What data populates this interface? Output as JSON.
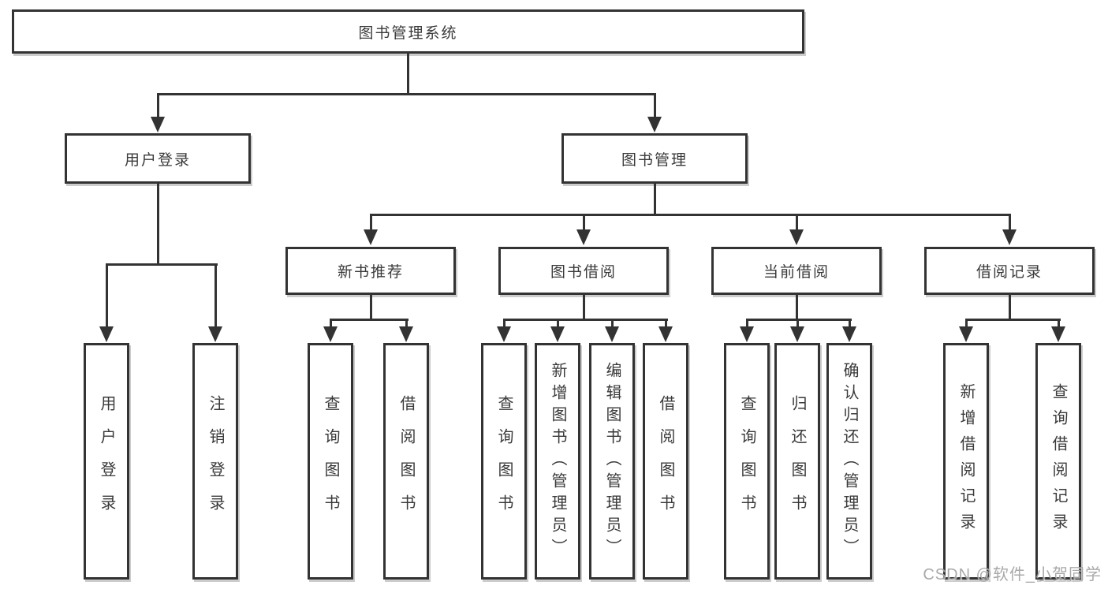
{
  "diagram": {
    "root": {
      "label": "图书管理系统"
    },
    "branches": [
      {
        "label": "用户登录",
        "children": [
          {
            "label": "用户登录"
          },
          {
            "label": "注销登录"
          }
        ]
      },
      {
        "label": "图书管理",
        "children": [
          {
            "label": "新书推荐",
            "children": [
              {
                "label": "查询图书"
              },
              {
                "label": "借阅图书"
              }
            ]
          },
          {
            "label": "图书借阅",
            "children": [
              {
                "label": "查询图书"
              },
              {
                "label": "新增图书（管理员）"
              },
              {
                "label": "编辑图书（管理员）"
              },
              {
                "label": "借阅图书"
              }
            ]
          },
          {
            "label": "当前借阅",
            "children": [
              {
                "label": "查询图书"
              },
              {
                "label": "归还图书"
              },
              {
                "label": "确认归还（管理员）"
              }
            ]
          },
          {
            "label": "借阅记录",
            "children": [
              {
                "label": "新增借阅记录"
              },
              {
                "label": "查询借阅记录"
              }
            ]
          }
        ]
      }
    ]
  },
  "watermark": {
    "text": "CSDN @软件_小贺同学"
  }
}
